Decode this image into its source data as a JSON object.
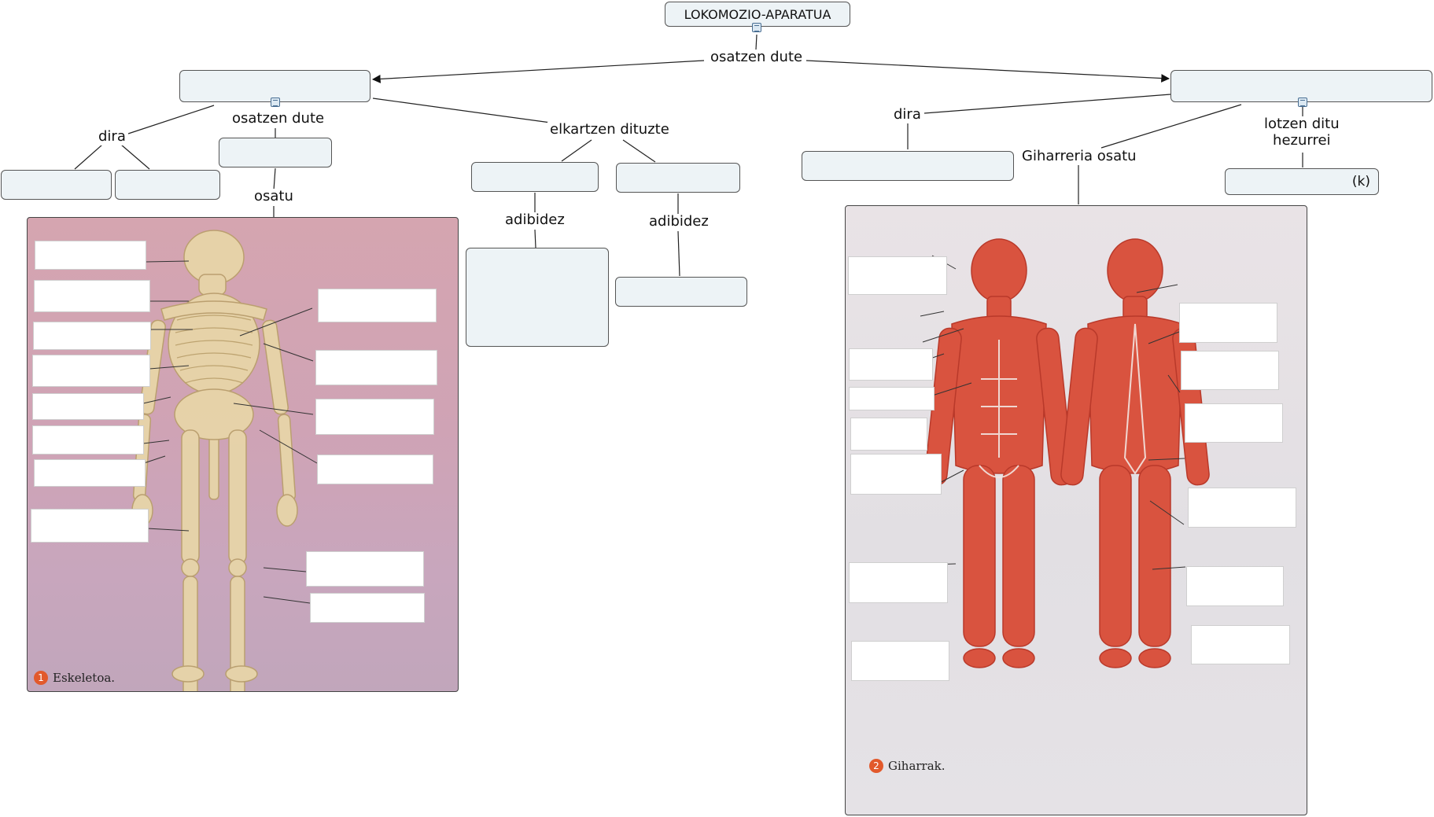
{
  "map": {
    "root_title": "LOKOMOZIO-APARATUA",
    "links": {
      "top": "osatzen dute",
      "left_dira": "dira",
      "left_osatzen": "osatzen dute",
      "left_osatu": "osatu",
      "elkartzen": "elkartzen dituzte",
      "adibidez_1": "adibidez",
      "adibidez_2": "adibidez",
      "right_dira": "dira",
      "giharreria": "Giharreria osatu",
      "lotzen": [
        "lotzen ditu",
        "hezurrei"
      ]
    },
    "k_suffix": "(k)"
  },
  "images": {
    "skeleton": {
      "caption_num": "1",
      "caption_text": "Eskeletoa."
    },
    "muscles": {
      "caption_num": "2",
      "caption_text": "Giharrak."
    }
  },
  "colors": {
    "node_fill": "#edf3f6",
    "node_border": "#555555",
    "skin_bone": "#e6d3a6",
    "muscle": "#d9533f",
    "badge": "#e2592b"
  }
}
